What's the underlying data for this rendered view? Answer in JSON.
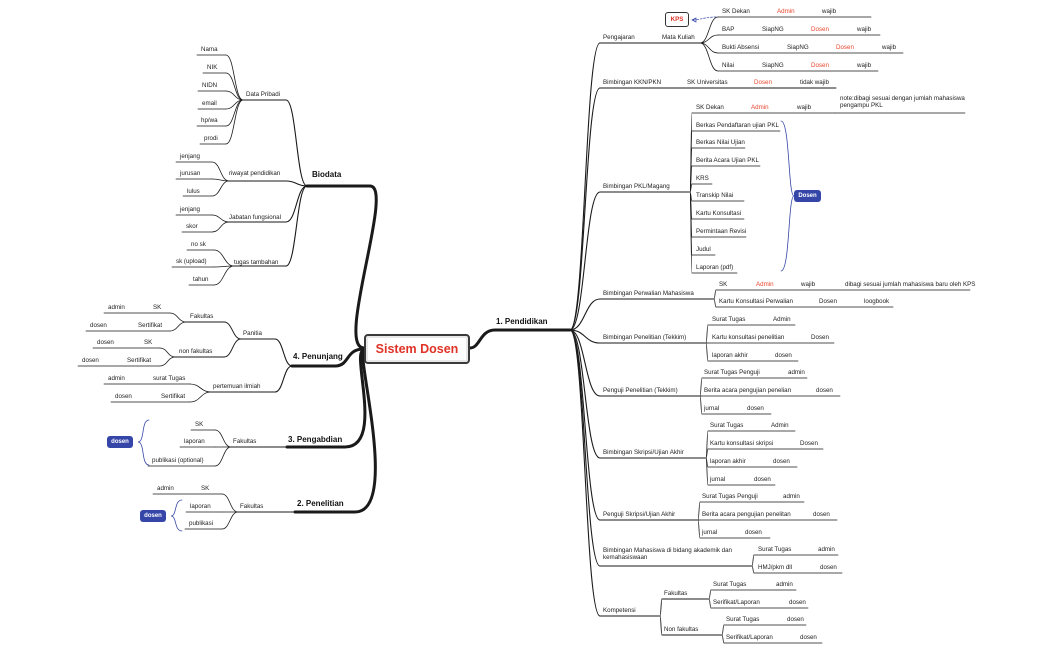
{
  "central": "Sistem Dosen",
  "kps": "KPS",
  "biodata": {
    "title": "Biodata",
    "data_pribadi": "Data Pribadi",
    "dp_items": [
      "Nama",
      "NIK",
      "NIDN",
      "email",
      "hp/wa",
      "prodi"
    ],
    "riwayat": "riwayat pendidikan",
    "riwayat_items": [
      "jenjang",
      "jurusan",
      "lulus"
    ],
    "jabatan": "Jabatan fungsional",
    "jabatan_items": [
      "jenjang",
      "skor"
    ],
    "tugas": "tugas tambahan",
    "tugas_items": [
      "no sk",
      "sk (upload)",
      "tahun"
    ]
  },
  "penunjang": {
    "title": "4. Penunjang",
    "panitia": "Panitia",
    "fakultas": "Fakultas",
    "fak_rows": [
      [
        "admin",
        "SK"
      ],
      [
        "dosen",
        "Sertifikat"
      ]
    ],
    "non_fakultas": "non fakultas",
    "non_rows": [
      [
        "dosen",
        "SK"
      ],
      [
        "dosen",
        "Sertifikat"
      ]
    ],
    "pertemuan": "pertemuan ilmiah",
    "pert_rows": [
      [
        "admin",
        "surat Tugas"
      ],
      [
        "dosen",
        "Sertifikat"
      ]
    ]
  },
  "pengabdian": {
    "title": "3. Pengabdian",
    "fakultas": "Fakultas",
    "items": [
      "SK",
      "laporan",
      "publikasi (optional)"
    ],
    "badge": "dosen"
  },
  "penelitian": {
    "title": "2. Penelitian",
    "fakultas": "Fakultas",
    "sk_role": "admin",
    "items": [
      "SK",
      "laporan",
      "publikasi"
    ],
    "badge": "dosen"
  },
  "pendidikan": {
    "title": "1. Pendidikan",
    "pengajaran": {
      "label": "Pengajaran",
      "mata_kuliah": "Mata Kuliah",
      "rows": [
        {
          "doc": "SK Dekan",
          "sys": "",
          "role": "Admin",
          "req": "wajib"
        },
        {
          "doc": "BAP",
          "sys": "SiapNG",
          "role": "Dosen",
          "req": "wajib"
        },
        {
          "doc": "Bukti Absensi",
          "sys": "SiapNG",
          "role": "Dosen",
          "req": "wajib"
        },
        {
          "doc": "Nilai",
          "sys": "SiapNG",
          "role": "Dosen",
          "req": "wajib"
        }
      ]
    },
    "kkn": {
      "label": "Bimbingan KKN/PKN",
      "doc": "SK Universitas",
      "role": "Dosen",
      "req": "tidak wajib"
    },
    "pkl": {
      "label": "Bimbingan PKL/Magang",
      "sk": "SK Dekan",
      "sk_role": "Admin",
      "sk_req": "wajib",
      "note": "note:dibagi sesuai dengan jumlah mahasiswa pengampu PKL",
      "items": [
        "Berkas Pendaftaran ujian PKL",
        "Berkas Nilai Ujian",
        "Berita Acara Ujian PKL",
        "KRS",
        "Transkip Nilai",
        "Kartu Konsultasi",
        "Permintaan Revisi",
        "Judul",
        "Laporan (pdf)"
      ],
      "badge": "Dosen"
    },
    "perwalian": {
      "label": "Bimbingan Perwalian Mahasiswa",
      "sk": "SK",
      "sk_role": "Admin",
      "sk_req": "wajib",
      "note": "dibagi sesuai jumlah mahasiswa baru oleh KPS",
      "kartu": "Kartu Konsultasi Perwalian",
      "kartu_role": "Dosen",
      "kartu_sys": "loogbook"
    },
    "penelitian_tekkim": {
      "label": "Bimbingan Penelitian (Tekkim)",
      "rows": [
        [
          "Surat Tugas",
          "Admin"
        ],
        [
          "Kartu konsultasi penelitian",
          "Dosen"
        ],
        [
          "laporan akhir",
          "dosen"
        ]
      ]
    },
    "penguji_penelitian": {
      "label": "Penguji Penelitian (Tekkim)",
      "rows": [
        [
          "Surat Tugas Penguji",
          "admin"
        ],
        [
          "Berita acara pengujian penelian",
          "dosen"
        ],
        [
          "jurnal",
          "dosen"
        ]
      ]
    },
    "skripsi": {
      "label": "Bimbingan Skripsi/Ujian Akhir",
      "rows": [
        [
          "Surat Tugas",
          "Admin"
        ],
        [
          "Kartu konsultasi skripsi",
          "Dosen"
        ],
        [
          "laporan akhir",
          "dosen"
        ],
        [
          "jurnal",
          "dosen"
        ]
      ]
    },
    "penguji_skripsi": {
      "label": "Penguji Skripsi/Ujian Akhir",
      "rows": [
        [
          "Surat Tugas Penguji",
          "admin"
        ],
        [
          "Berita acara pengujian penelitan",
          "dosen"
        ],
        [
          "jurnal",
          "dosen"
        ]
      ]
    },
    "kemahasiswaan": {
      "label": "Bimbingan Mahasiswa di bidang akademik dan kemahasiswaan",
      "rows": [
        [
          "Surat Tugas",
          "admin"
        ],
        [
          "HMJ/pkm dll",
          "dosen"
        ]
      ]
    },
    "kompetensi": {
      "label": "Kompetensi",
      "fakultas": "Fakultas",
      "fak_rows": [
        [
          "Surat Tugas",
          "admin"
        ],
        [
          "Serifikat/Laporan",
          "dosen"
        ]
      ],
      "non_fakultas": "Non fakultas",
      "non_rows": [
        [
          "Surat Tugas",
          "dosen"
        ],
        [
          "Serifikat/Laporan",
          "dosen"
        ]
      ]
    }
  }
}
